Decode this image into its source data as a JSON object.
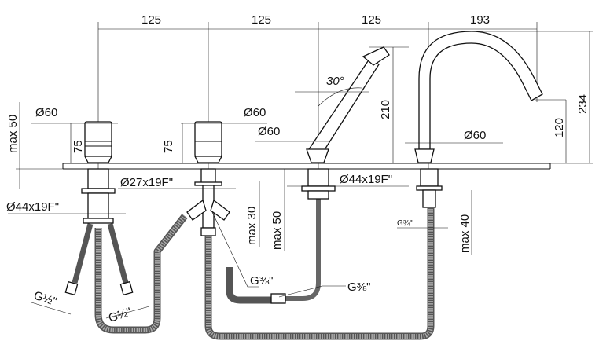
{
  "drawing": {
    "spacing_dims": [
      "125",
      "125",
      "125",
      "193"
    ],
    "left_valve": {
      "diameter": "Ø60",
      "height": "75",
      "max_deck": "max 50",
      "connector": "Ø44x19F\"",
      "inlets": [
        "G½\"",
        "G½\""
      ]
    },
    "middle_valve": {
      "diameter": "Ø60",
      "height": "75",
      "connector": "Ø27x19F\"",
      "max_deck": "max 30",
      "outlet": "G⅜\""
    },
    "hand_shower": {
      "diameter": "Ø60",
      "angle": "30°",
      "height": "210",
      "connector": "Ø44x19F\"",
      "max_deck": "max 50",
      "hose_connection": "G⅜\""
    },
    "spout": {
      "diameter": "Ø60",
      "height": "234",
      "outlet_height": "120",
      "connection": "G¾\"",
      "max_deck": "max 40"
    }
  }
}
